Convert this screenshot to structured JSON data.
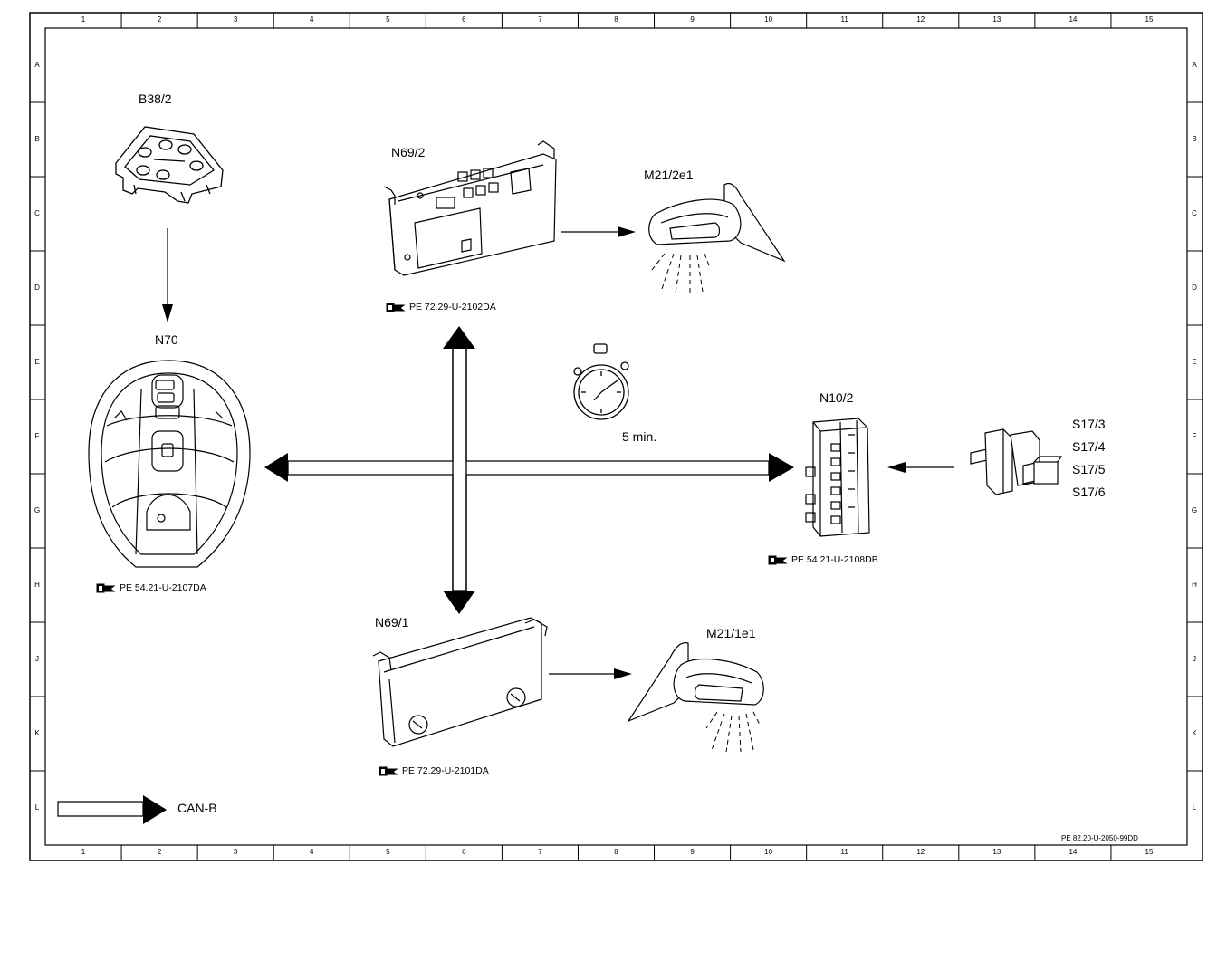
{
  "grid": {
    "columns": [
      "1",
      "2",
      "3",
      "4",
      "5",
      "6",
      "7",
      "8",
      "9",
      "10",
      "11",
      "12",
      "13",
      "14",
      "15"
    ],
    "rows": [
      "A",
      "B",
      "C",
      "D",
      "E",
      "F",
      "G",
      "H",
      "J",
      "K",
      "L"
    ]
  },
  "components": {
    "b38_2": "B38/2",
    "n70": "N70",
    "n69_2": "N69/2",
    "n69_1": "N69/1",
    "m21_2e1": "M21/2e1",
    "m21_1e1": "M21/1e1",
    "n10_2": "N10/2",
    "s17_3": "S17/3",
    "s17_4": "S17/4",
    "s17_5": "S17/5",
    "s17_6": "S17/6"
  },
  "references": {
    "n69_2_ref": "PE 72.29-U-2102DA",
    "n70_ref": "PE 54.21-U-2107DA",
    "n10_2_ref": "PE 54.21-U-2108DB",
    "n69_1_ref": "PE 72.29-U-2101DA"
  },
  "timer_label": "5 min.",
  "legend": {
    "can_b": "CAN-B"
  },
  "document_id": "PE 82.20-U-2050-99DD",
  "icons": [
    "reference-book-icon",
    "stopwatch-icon",
    "mirror-icon",
    "control-unit-icon",
    "switch-icon",
    "key-fob-icon",
    "sensor-icon"
  ]
}
